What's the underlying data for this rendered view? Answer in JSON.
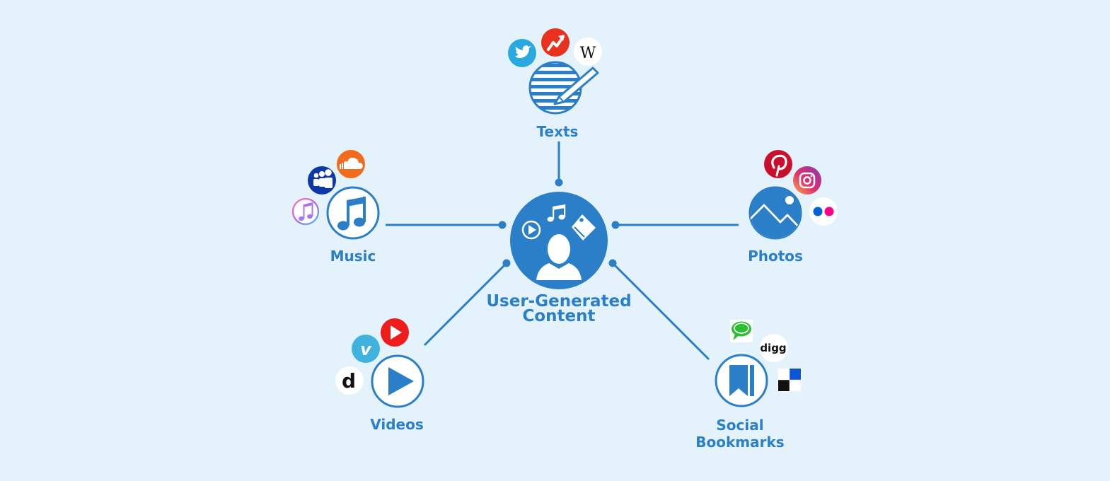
{
  "diagram": {
    "center": {
      "line1": "User-Generated",
      "line2": "Content"
    },
    "branches": {
      "texts": {
        "label": "Texts"
      },
      "music": {
        "label": "Music"
      },
      "photos": {
        "label": "Photos"
      },
      "videos": {
        "label": "Videos"
      },
      "social": {
        "line1": "Social",
        "line2": "Bookmarks"
      }
    },
    "badges": {
      "wikipedia": "W",
      "dailymotion": "d",
      "vimeo": "v",
      "digg": "digg"
    }
  },
  "colors": {
    "background": "#e4f2fc",
    "primary": "#2b7fc8",
    "twitter": "#2aa9e0",
    "trending": "#e8321e",
    "soundcloud": "#f26a1b",
    "myspace": "#0b3aa8",
    "pinterest": "#c8102e",
    "flickr_blue": "#0063dc",
    "flickr_pink": "#ff0084",
    "youtube": "#ee1b1b",
    "vimeo": "#3fb2de",
    "chat": "#2fbd36",
    "delicious": "#0b55d6"
  },
  "icons": [
    "user-silhouette-icon",
    "music-note-icon",
    "play-icon",
    "tag-icon",
    "notes-pencil-icon",
    "photo-icon",
    "bookmark-icon",
    "twitter-icon",
    "trending-icon",
    "wikipedia-icon",
    "soundcloud-icon",
    "myspace-icon",
    "itunes-icon",
    "pinterest-icon",
    "instagram-icon",
    "flickr-icon",
    "youtube-icon",
    "vimeo-icon",
    "dailymotion-icon",
    "chat-icon",
    "digg-icon",
    "delicious-icon"
  ]
}
